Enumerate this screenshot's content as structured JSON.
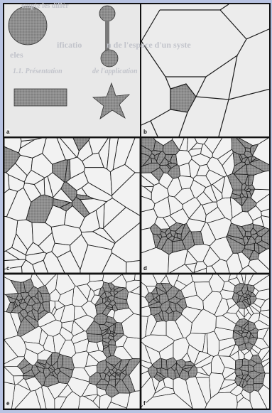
{
  "figure": {
    "panel_labels": [
      "a",
      "b",
      "c",
      "d",
      "e",
      "f"
    ],
    "background_text": [
      "ompte les différ",
      "ificatio",
      "n de l'espace d'un syste",
      "eles",
      "1.1.  Présentation",
      "de l'application"
    ],
    "colors": {
      "frame": "#b8c3e2",
      "paper": "#f0f0f0",
      "line": "#1a1a1a",
      "shade": "#8a8a8a",
      "shade_dark": "#666666"
    }
  }
}
